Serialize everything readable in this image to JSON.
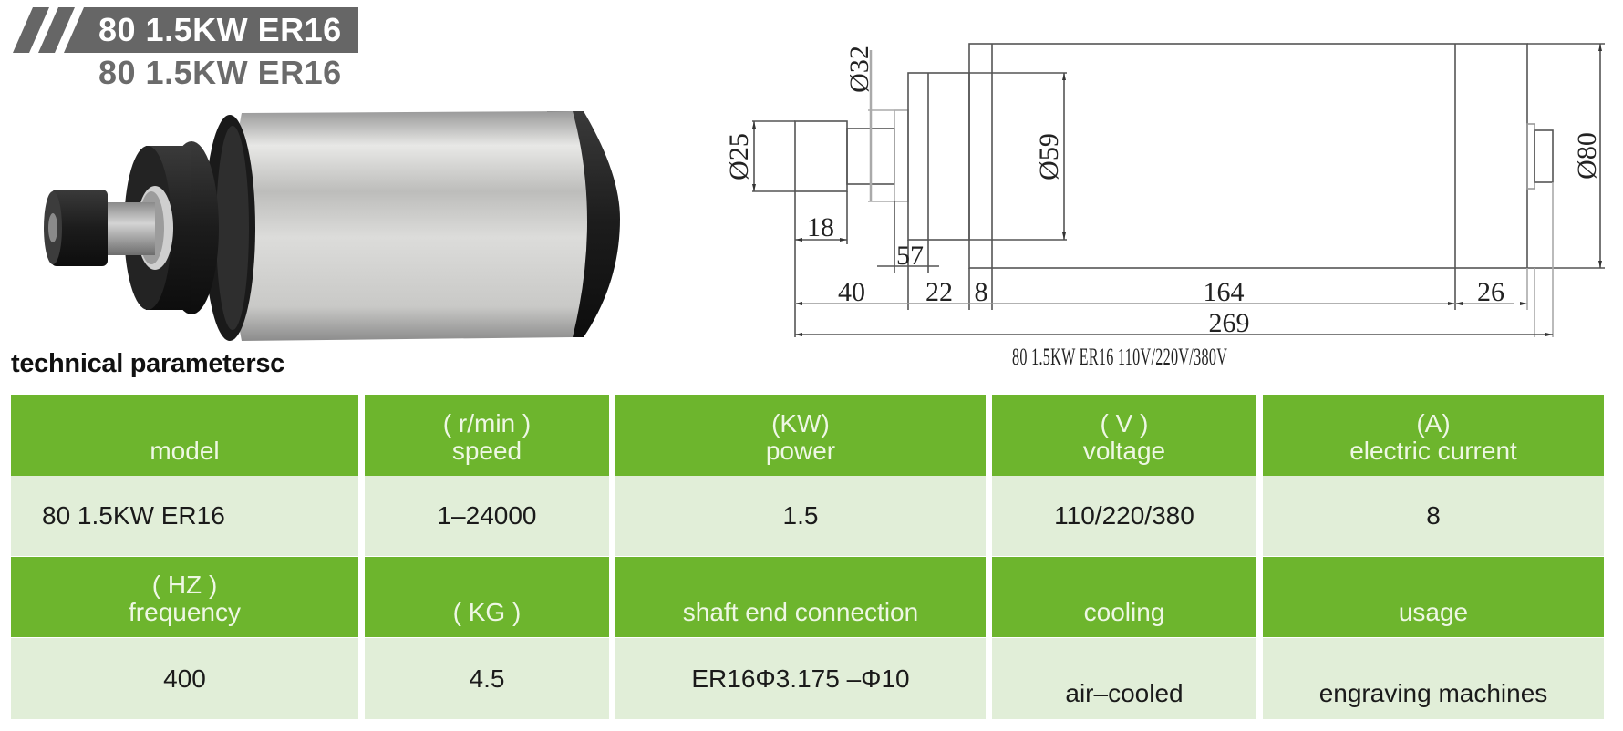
{
  "banner": {
    "title": "80 1.5KW ER16",
    "subtitle": "80 1.5KW ER16",
    "color": "#666666"
  },
  "photo": {
    "subject": "80mm 1.5KW ER16 air-cooled spindle motor"
  },
  "section_title": "technical parametersc",
  "drawing": {
    "dimensions": {
      "d25": "Ø25",
      "d32": "Ø32",
      "d59": "Ø59",
      "d80": "Ø80",
      "len18": "18",
      "len57": "57",
      "len40": "40",
      "len22": "22",
      "len8": "8",
      "len164": "164",
      "len26": "26",
      "len269": "269"
    },
    "caption": "80 1.5KW ER16 110V/220V/380V"
  },
  "table": {
    "header_color": "#6db52d",
    "value_color": "#e1eed8",
    "row1_headers": [
      {
        "unit": "",
        "label": "model"
      },
      {
        "unit": "( r/min )",
        "label": "speed"
      },
      {
        "unit": "(KW)",
        "label": "power"
      },
      {
        "unit": "( V )",
        "label": "voltage"
      },
      {
        "unit": "(A)",
        "label": "electric current"
      }
    ],
    "row1_values": [
      "80 1.5KW ER16",
      "1–24000",
      "1.5",
      "110/220/380",
      "8"
    ],
    "row2_headers": [
      {
        "unit": "( HZ )",
        "label": "frequency"
      },
      {
        "unit": "",
        "label": "( KG )"
      },
      {
        "unit": "",
        "label": "shaft end connection"
      },
      {
        "unit": "",
        "label": "cooling"
      },
      {
        "unit": "",
        "label": "usage"
      }
    ],
    "row2_values": [
      "400",
      "4.5",
      "ER16Φ3.175 –Φ10",
      "air–cooled",
      "engraving machines"
    ]
  }
}
